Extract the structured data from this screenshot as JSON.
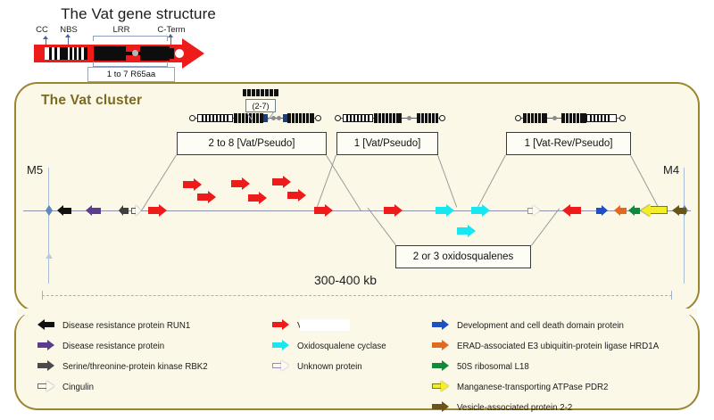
{
  "top_panel": {
    "title": "The Vat gene structure",
    "domain_labels": [
      "CC",
      "NBS",
      "LRR",
      "C-Term"
    ],
    "lrr_caption": "1 to 7 R65aa"
  },
  "cluster_panel": {
    "title": "The Vat cluster",
    "left_marker": "M5",
    "right_marker": "M4",
    "span_label": "300-400 kb",
    "callouts": [
      {
        "id": "callout-vat-pseudo-2to8",
        "label": "2 to 8 [Vat/Pseudo]"
      },
      {
        "id": "callout-vat-pseudo-1",
        "label": "1 [Vat/Pseudo]"
      },
      {
        "id": "callout-vat-rev-pseudo-1",
        "label": "1 [Vat-Rev/Pseudo]"
      },
      {
        "id": "callout-oxidosqualenes",
        "label": "2 or 3 oxidosqualenes"
      }
    ],
    "repeat_annotation": "(2-7)"
  },
  "legend": {
    "column_left": [
      {
        "icon": "arrow-left-icon",
        "color": "#111111",
        "direction": "left",
        "hollow": false,
        "label": "Disease resistance protein RUN1"
      },
      {
        "icon": "arrow-right-icon",
        "color": "#5b3d8e",
        "direction": "right",
        "hollow": false,
        "label": "Disease resistance protein"
      },
      {
        "icon": "arrow-right-icon",
        "color": "#4a4a4a",
        "direction": "right",
        "hollow": false,
        "label": "Serine/threonine-protein kinase RBK2"
      },
      {
        "icon": "arrow-right-outline-icon",
        "color": "#6a6a6a",
        "direction": "right",
        "hollow": true,
        "label": "Cingulin"
      }
    ],
    "column_middle": [
      {
        "icon": "arrow-right-icon",
        "color": "#ee1b1b",
        "direction": "right",
        "hollow": false,
        "label": "Vat"
      },
      {
        "icon": "arrow-right-icon",
        "color": "#18e6f0",
        "direction": "right",
        "hollow": false,
        "label": "Oxidosqualene cyclase"
      },
      {
        "icon": "arrow-right-outline-icon",
        "color": "#9d86c4",
        "direction": "right",
        "hollow": true,
        "label": "Unknown protein"
      }
    ],
    "column_right": [
      {
        "icon": "arrow-right-icon",
        "color": "#1f4fc4",
        "direction": "right",
        "hollow": false,
        "label": "Development and cell death  domain protein"
      },
      {
        "icon": "arrow-right-icon",
        "color": "#e06a22",
        "direction": "right",
        "hollow": false,
        "label": "ERAD-associated E3 ubiquitin-protein ligase HRD1A"
      },
      {
        "icon": "arrow-right-icon",
        "color": "#0f8a3c",
        "direction": "right",
        "hollow": false,
        "label": "50S ribosomal L18"
      },
      {
        "icon": "arrow-right-outline-icon",
        "color": "#f2ef2a",
        "direction": "right",
        "hollow": true,
        "label": "Manganese-transporting ATPase PDR2"
      },
      {
        "icon": "arrow-right-icon",
        "color": "#6b5418",
        "direction": "right",
        "hollow": false,
        "label": "Vesicle-associated protein 2-2"
      }
    ]
  },
  "colors": {
    "panel_bg": "#fcf8e8",
    "panel_border": "#9d8530",
    "title": "#7b6a21",
    "vat_red": "#ee1b1b",
    "oxido_cyan": "#18e6f0",
    "axis": "#8e8fa8"
  }
}
